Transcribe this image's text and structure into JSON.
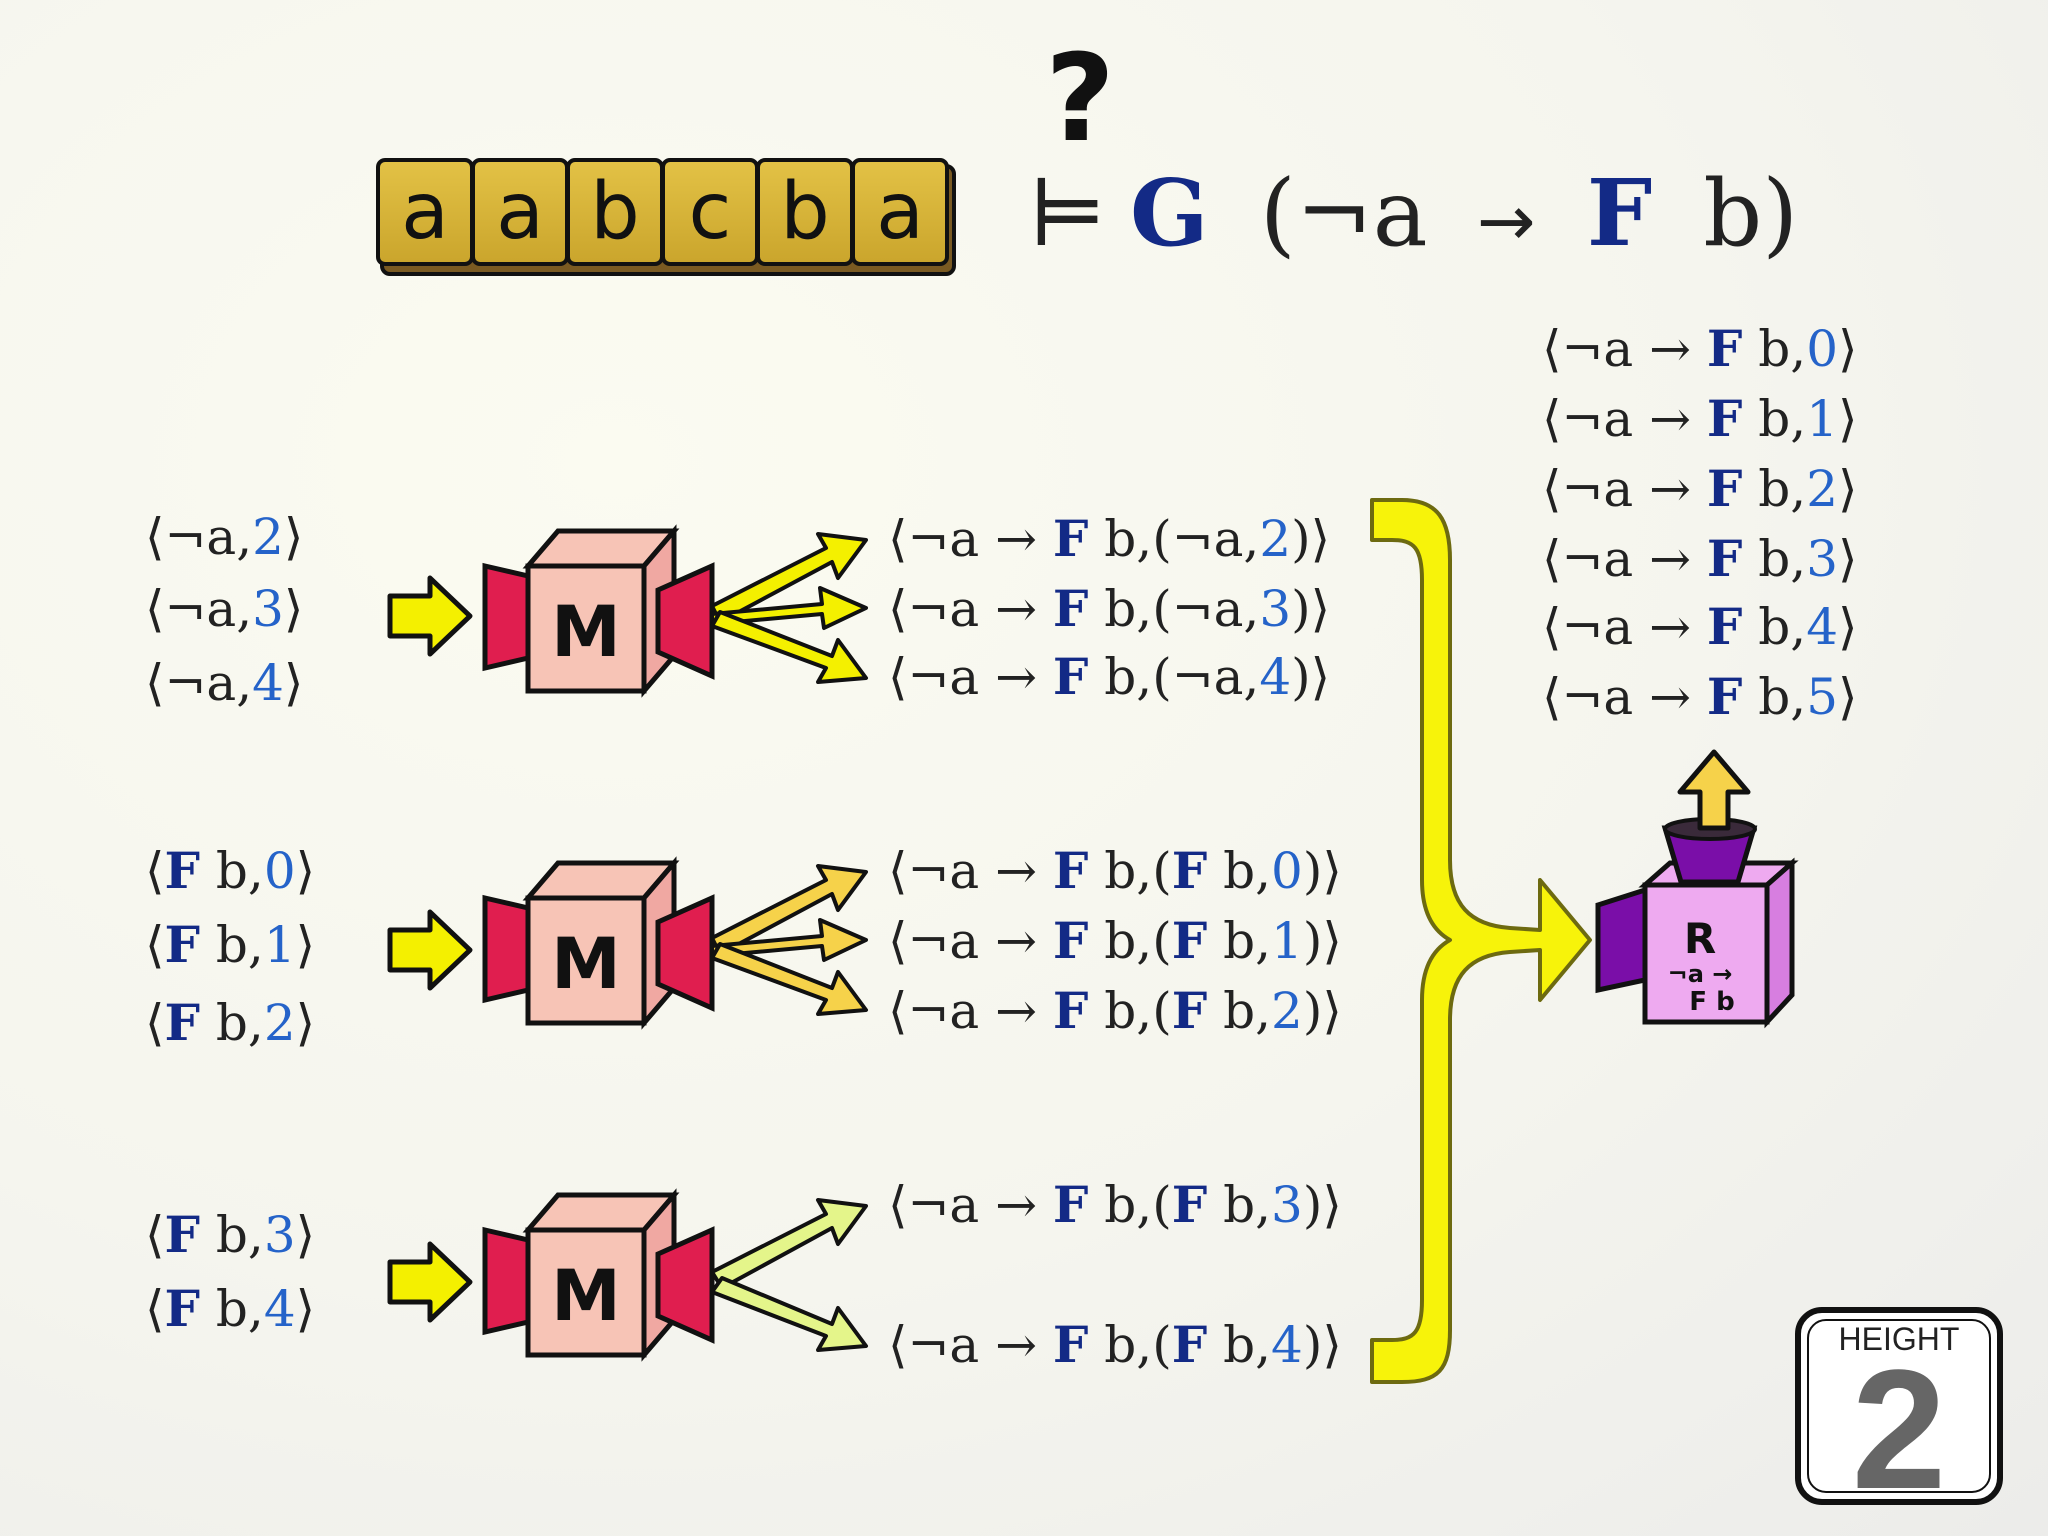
{
  "word": {
    "letters": [
      "a",
      "a",
      "b",
      "c",
      "b",
      "a"
    ]
  },
  "query": {
    "question_mark": "?",
    "models": "⊨",
    "G": "G",
    "lparen": "(¬a",
    "arrow": "→",
    "F": "F",
    "rest": "b)"
  },
  "groups": [
    {
      "inputs": [
        {
          "pre": "⟨¬a,",
          "num": "2",
          "post": "⟩"
        },
        {
          "pre": "⟨¬a,",
          "num": "3",
          "post": "⟩"
        },
        {
          "pre": "⟨¬a,",
          "num": "4",
          "post": "⟩"
        }
      ],
      "machine_label": "M",
      "outputs": [
        {
          "pre": "⟨¬a → ",
          "F": "F",
          "mid": " b,(¬a,",
          "num": "2",
          "post": ")⟩"
        },
        {
          "pre": "⟨¬a → ",
          "F": "F",
          "mid": " b,(¬a,",
          "num": "3",
          "post": ")⟩"
        },
        {
          "pre": "⟨¬a → ",
          "F": "F",
          "mid": " b,(¬a,",
          "num": "4",
          "post": ")⟩"
        }
      ],
      "arrow_color": "#f4f000"
    },
    {
      "inputs": [
        {
          "preF": "⟨",
          "F": "F",
          "pre": " b,",
          "num": "0",
          "post": "⟩"
        },
        {
          "preF": "⟨",
          "F": "F",
          "pre": " b,",
          "num": "1",
          "post": "⟩"
        },
        {
          "preF": "⟨",
          "F": "F",
          "pre": " b,",
          "num": "2",
          "post": "⟩"
        }
      ],
      "machine_label": "M",
      "outputs": [
        {
          "pre": "⟨¬a → ",
          "F": "F",
          "mid": " b,(",
          "F2": "F",
          "mid2": " b,",
          "num": "0",
          "post": ")⟩"
        },
        {
          "pre": "⟨¬a → ",
          "F": "F",
          "mid": " b,(",
          "F2": "F",
          "mid2": " b,",
          "num": "1",
          "post": ")⟩"
        },
        {
          "pre": "⟨¬a → ",
          "F": "F",
          "mid": " b,(",
          "F2": "F",
          "mid2": " b,",
          "num": "2",
          "post": ")⟩"
        }
      ],
      "arrow_color": "#f6d24a"
    },
    {
      "inputs": [
        {
          "preF": "⟨",
          "F": "F",
          "pre": " b,",
          "num": "3",
          "post": "⟩"
        },
        {
          "preF": "⟨",
          "F": "F",
          "pre": " b,",
          "num": "4",
          "post": "⟩"
        }
      ],
      "machine_label": "M",
      "outputs": [
        {
          "pre": "⟨¬a → ",
          "F": "F",
          "mid": " b,(",
          "F2": "F",
          "mid2": " b,",
          "num": "3",
          "post": ")⟩"
        },
        {
          "pre": "⟨¬a → ",
          "F": "F",
          "mid": " b,(",
          "F2": "F",
          "mid2": " b,",
          "num": "4",
          "post": ")⟩"
        }
      ],
      "arrow_color": "#e4f58a"
    }
  ],
  "reducer": {
    "label": "R",
    "sub1": "¬a →",
    "sub2": "F b"
  },
  "results": [
    {
      "pre": "⟨¬a → ",
      "F": "F",
      "mid": " b,",
      "num": "0",
      "post": "⟩"
    },
    {
      "pre": "⟨¬a → ",
      "F": "F",
      "mid": " b,",
      "num": "1",
      "post": "⟩"
    },
    {
      "pre": "⟨¬a → ",
      "F": "F",
      "mid": " b,",
      "num": "2",
      "post": "⟩"
    },
    {
      "pre": "⟨¬a → ",
      "F": "F",
      "mid": " b,",
      "num": "3",
      "post": "⟩"
    },
    {
      "pre": "⟨¬a → ",
      "F": "F",
      "mid": " b,",
      "num": "4",
      "post": "⟩"
    },
    {
      "pre": "⟨¬a → ",
      "F": "F",
      "mid": " b,",
      "num": "5",
      "post": "⟩"
    }
  ],
  "badge": {
    "label": "HEIGHT",
    "value": "2"
  },
  "colors": {
    "tile": "#d9b437",
    "machine_face": "#f7c4b6",
    "machine_side": "#f0a8a2",
    "machine_horn": "#e01e4f",
    "reducer_face": "#eeaaf0",
    "reducer_side": "#d77ee0",
    "reducer_horn": "#7a0ea8",
    "brace": "#f7f30a",
    "input_arrow": "#f4f000"
  }
}
